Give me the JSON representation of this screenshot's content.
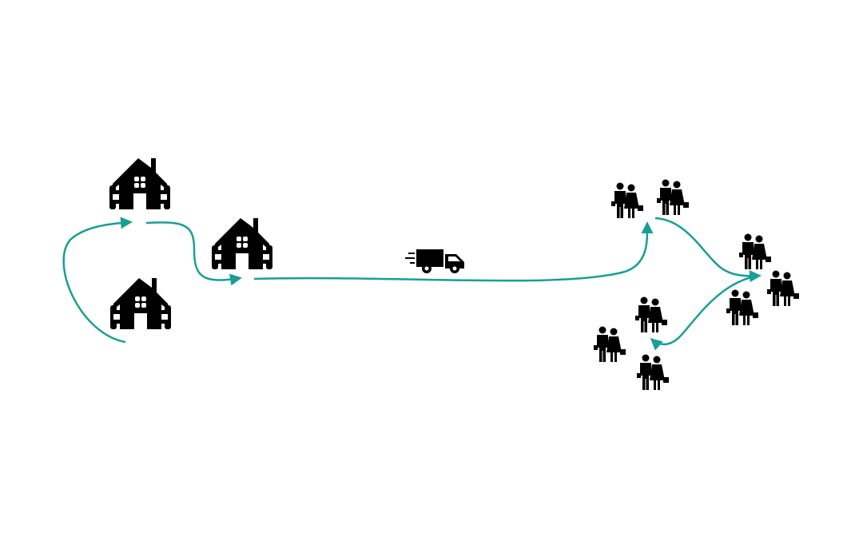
{
  "colors": {
    "arrow": "#1a9e96",
    "icon": "#000000",
    "background": "#ffffff"
  },
  "icons": {
    "house": "house-icon",
    "truck": "delivery-truck-icon",
    "people": "couple-shoppers-icon"
  },
  "houses": [
    "house-1",
    "house-2",
    "house-3"
  ],
  "people_groups": [
    "group-1",
    "group-2",
    "group-3",
    "group-4",
    "group-5",
    "group-6",
    "group-7",
    "group-8"
  ]
}
